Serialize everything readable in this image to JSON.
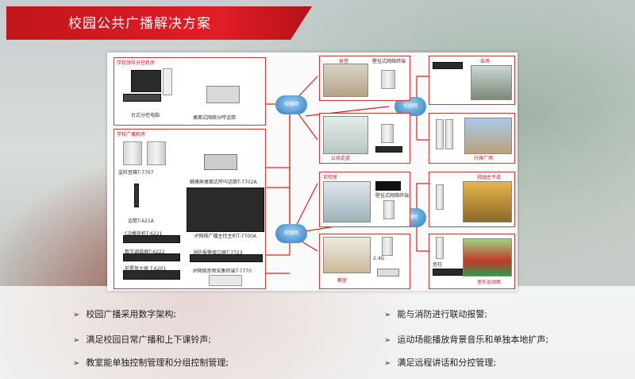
{
  "title": "校园公共广播解决方案",
  "diagram": {
    "school_control_room": "学校领导分控机房",
    "desktop_pc": "台式分控电脑",
    "desktop_paging_station": "桌面式网络分呼话筒",
    "broadcast_room": "学校广播机房",
    "monitor_speaker": "监听音箱T-7707",
    "touch_paging": "触摸屏桌面式呼叫话筒T-7702A",
    "mic": "话筒T-621A",
    "cd_player": "CD播放机T-6221",
    "tuner": "数字调谐器T-6222",
    "preamp": "前置放大器 T-6201",
    "main_host": "IP网络广播主控主机T-7700A",
    "fire_alarm_port": "消防报警接口器T-7723",
    "ip_amp_terminal": "IP网络音频采集终端T-7770",
    "network": "校园网",
    "canteen": "食堂",
    "corridor": "公共走道",
    "lab": "实验室",
    "classroom": "教室",
    "auditorium": "会场",
    "square": "升旗广场",
    "campus_road": "校园主干道",
    "sports_field": "室外运动场",
    "wall_terminal": "壁挂式网络终端",
    "column_speaker": "音柱",
    "terminal_24g": "2.4G"
  },
  "bullets_left": [
    "校园广播采用数字架构;",
    "满足校园日常广播和上下课铃声;",
    "教室能单独控制管理和分组控制管理;"
  ],
  "bullets_right": [
    "能与消防进行联动报警;",
    "运动场能播放背景音乐和单独本地扩声;",
    "满足远程讲话和分控管理;"
  ],
  "bullet_marker": "➢"
}
